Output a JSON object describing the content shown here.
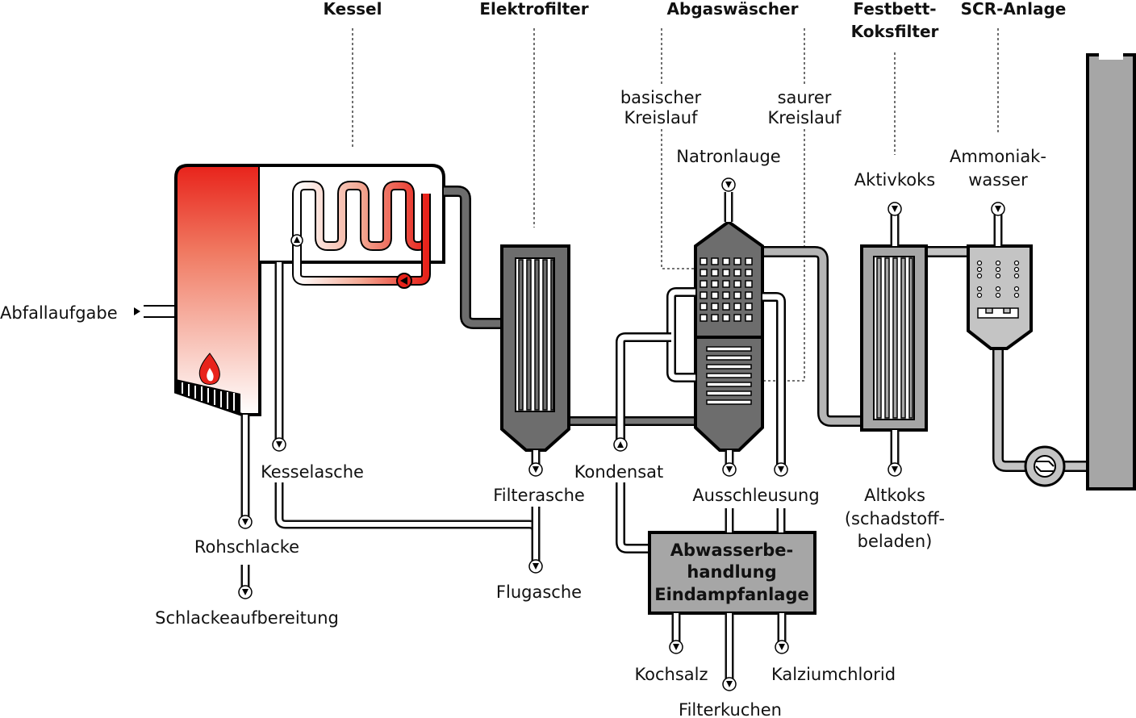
{
  "headers": {
    "kessel": "Kessel",
    "elektrofilter": "Elektrofilter",
    "abgaswaescher": "Abgaswäscher",
    "festbett_line1": "Festbett-",
    "festbett_line2": "Koksfilter",
    "scr": "SCR-Anlage"
  },
  "sublabels": {
    "basisch_line1": "basischer",
    "basisch_line2": "Kreislauf",
    "sauer_line1": "saurer",
    "sauer_line2": "Kreislauf"
  },
  "inputs": {
    "abfallaufgabe": "Abfallaufgabe",
    "natronlauge": "Natronlauge",
    "aktivkoks": "Aktivkoks",
    "ammoniak_line1": "Ammoniak-",
    "ammoniak_line2": "wasser"
  },
  "outputs": {
    "kesselasche": "Kesselasche",
    "rohschlacke": "Rohschlacke",
    "schlackeaufbereitung": "Schlackeaufbereitung",
    "filterasche": "Filterasche",
    "flugasche": "Flugasche",
    "kondensat": "Kondensat",
    "ausschleusung": "Ausschleusung",
    "altkoks_line1": "Altkoks",
    "altkoks_line2": "(schadstoff-",
    "altkoks_line3": "beladen)",
    "kochsalz": "Kochsalz",
    "filterkuchen": "Filterkuchen",
    "kalziumchlorid": "Kalziumchlorid"
  },
  "treatment_box": {
    "line1": "Abwasserbe-",
    "line2": "handlung",
    "line3": "Eindampfanlage"
  },
  "icons": [
    "flame-icon",
    "pump-icon",
    "fan-icon",
    "arrow-down-icon",
    "arrow-up-icon",
    "arrow-right-icon"
  ],
  "colors": {
    "fire_red": "#e8231b",
    "dark_gray": "#6d6d6d",
    "mid_gray": "#a6a6a6",
    "light_gray": "#c4c4c4",
    "outline": "#000000"
  }
}
